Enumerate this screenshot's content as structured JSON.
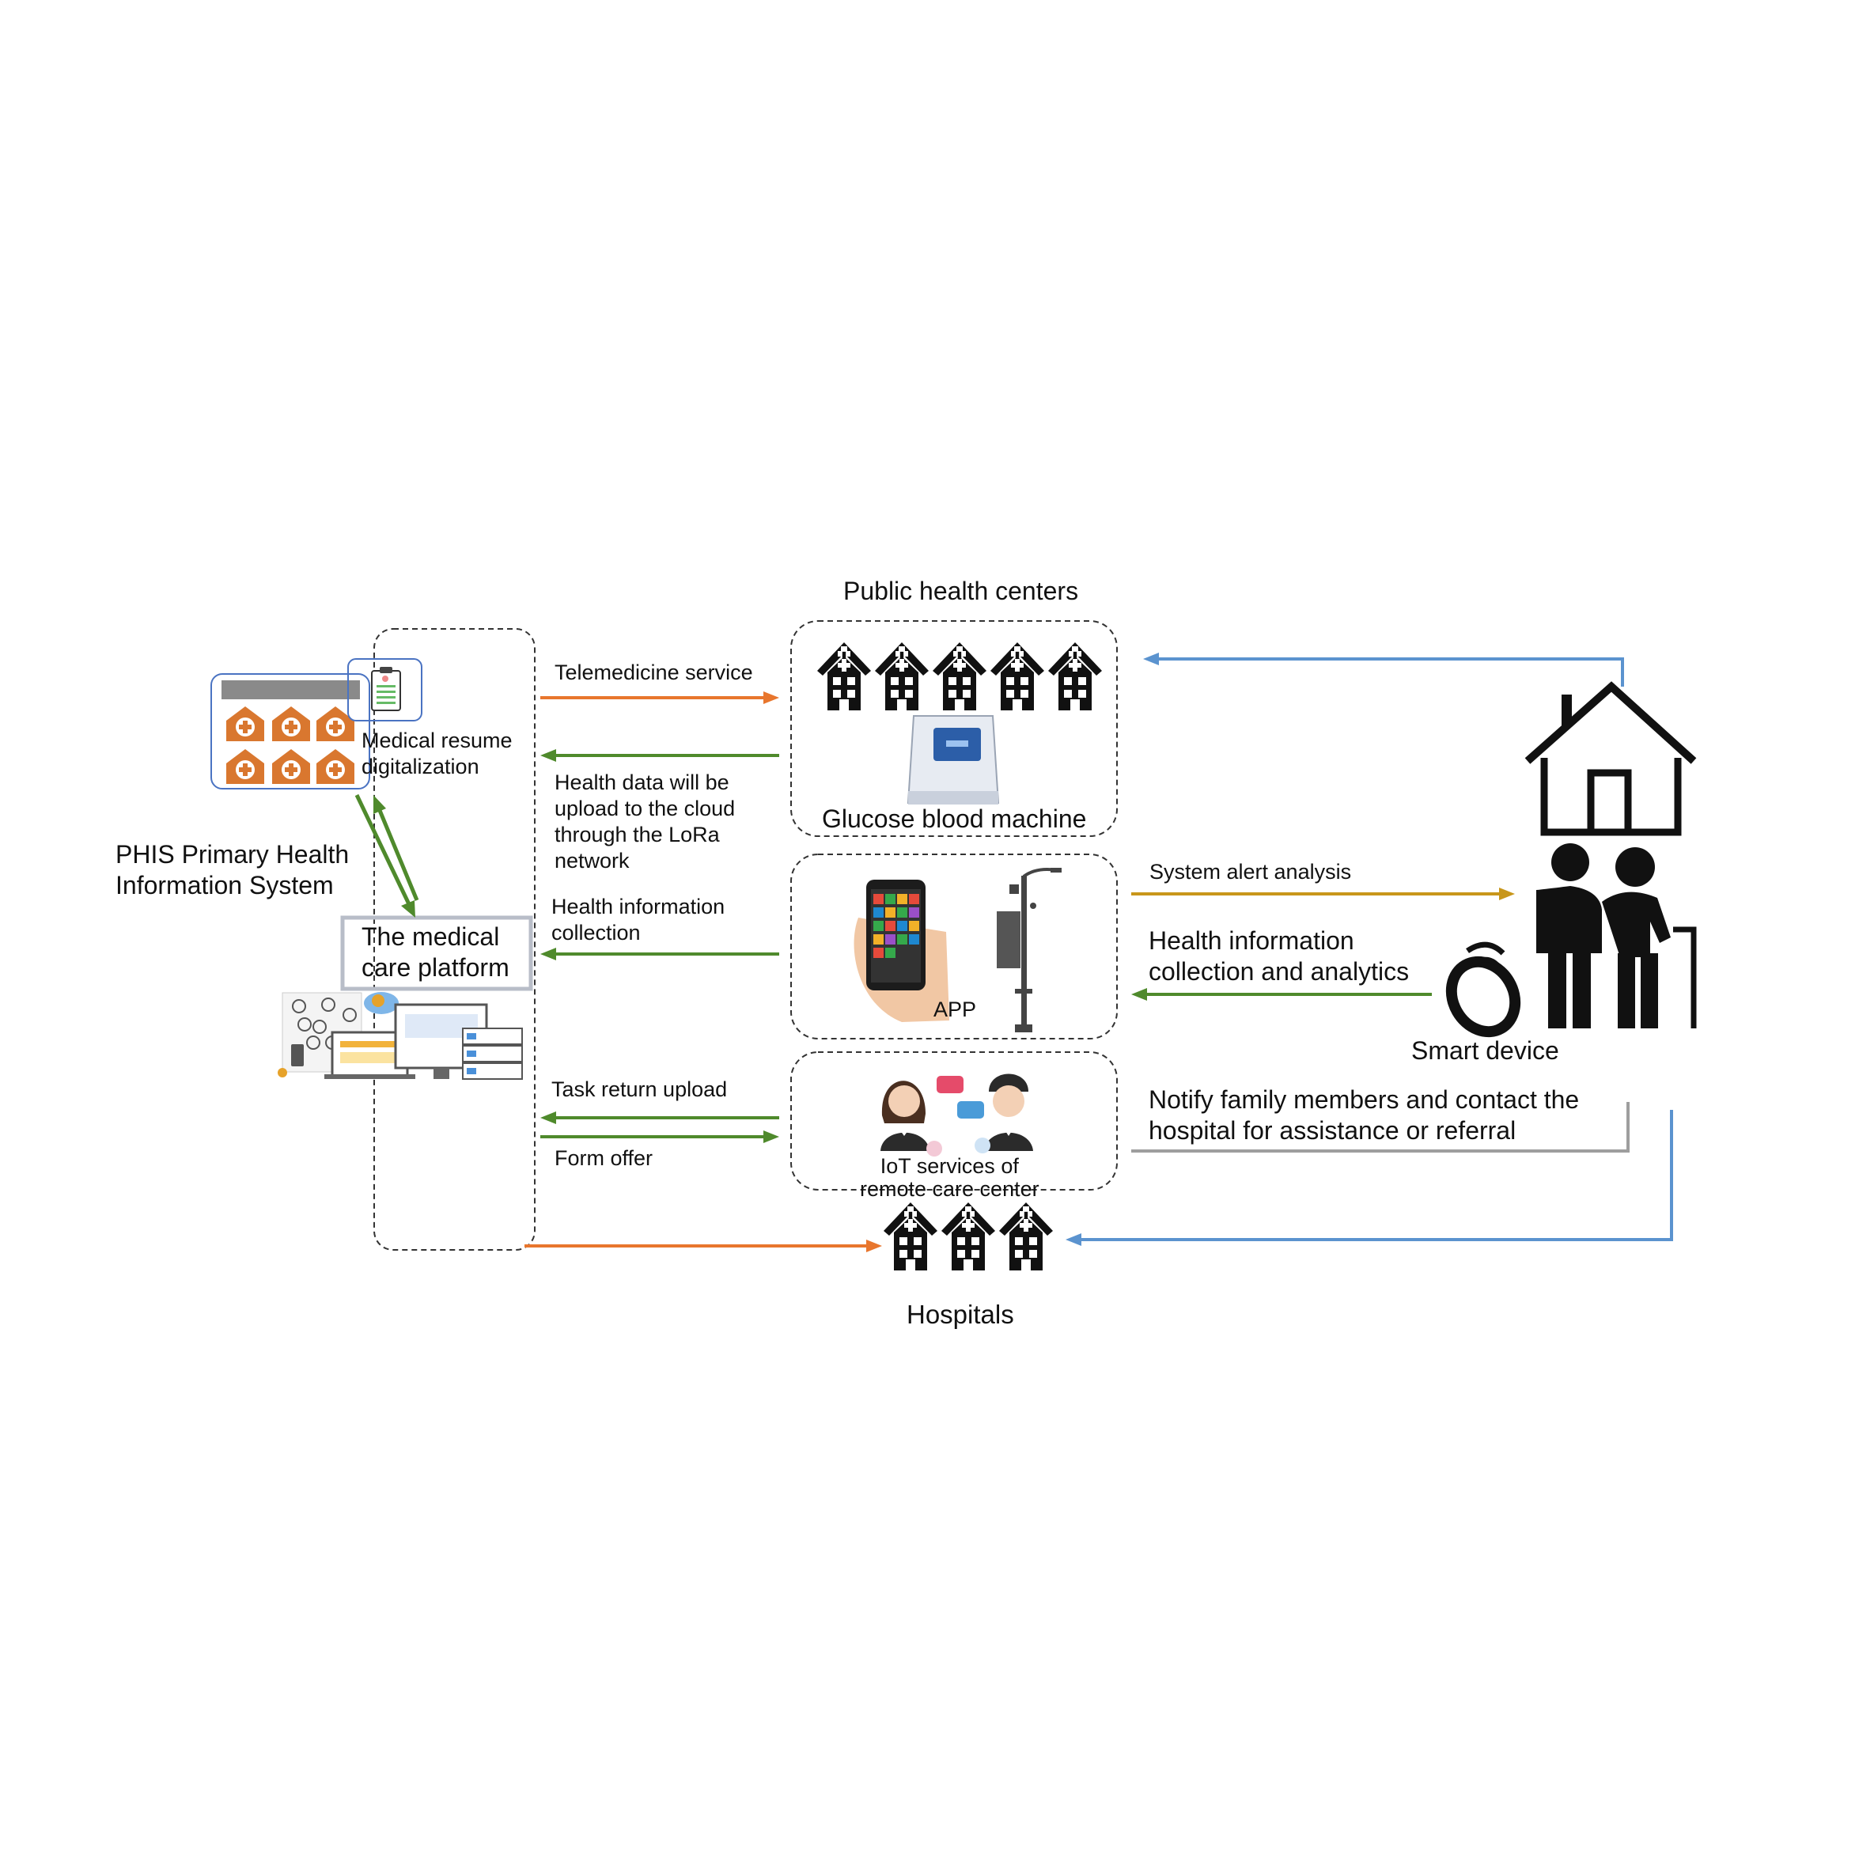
{
  "labels": {
    "public_health_centers": "Public health centers",
    "telemedicine_service": "Telemedicine service",
    "medical_resume_digitalization": "Medical resume\ndigitalization",
    "health_data_upload": "Health data will be\nupload to the cloud\nthrough the LoRa\nnetwork",
    "glucose_blood_machine": "Glucose blood machine",
    "phis": "PHIS Primary Health\nInformation System",
    "medical_care_platform": "The medical\ncare platform",
    "health_information_collection": "Health information\ncollection",
    "system_alert_analysis": "System alert analysis",
    "health_info_collection_analytics": "Health information\ncollection and analytics",
    "app": "APP",
    "smart_device": "Smart device",
    "task_return_upload": "Task return upload",
    "form_offer": "Form offer",
    "notify_family": "Notify family members and contact the\nhospital for assistance or referral",
    "iot_services": "IoT services of\nremote care center",
    "hospitals": "Hospitals"
  },
  "colors": {
    "orange_arrow": "#e8762d",
    "green_arrow": "#4f8a2c",
    "gold_arrow": "#c8961a",
    "blue_arrow": "#5b93cf",
    "gray_arrow": "#9e9e9e",
    "hospital_icon_orange": "#d9772f",
    "phis_frame_blue": "#4a73c2",
    "platform_frame_gray": "#b8bdc8"
  },
  "icons": [
    "hospital-building-icon",
    "glucose-machine-icon",
    "smartphone-app-icon",
    "lora-pole-icon",
    "home-icon",
    "elderly-couple-icon",
    "smart-ring-icon",
    "call-center-agents-icon",
    "clipboard-icon",
    "platform-devices-icon"
  ]
}
